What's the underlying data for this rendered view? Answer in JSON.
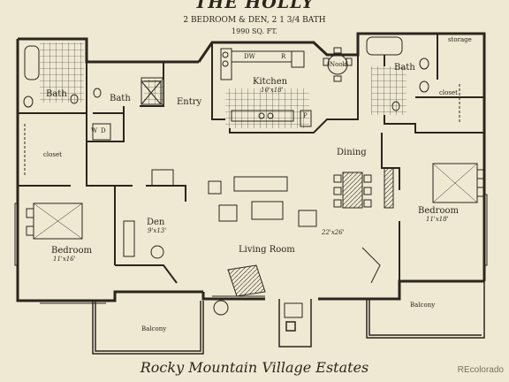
{
  "header": {
    "title": "THE HOLLY",
    "subtitle": "2 BEDROOM & DEN, 2 1 3/4 BATH",
    "area": "1990 SQ. FT."
  },
  "rooms": {
    "kitchen": {
      "name": "Kitchen",
      "dims": "10'x18'"
    },
    "nook": "Nook",
    "dw": "DW",
    "fridge": "R",
    "pantry": "P",
    "bath_left": "Bath",
    "bath_center": "Bath",
    "bath_right": "Bath",
    "storage": "storage",
    "closet_right": "closet",
    "closet_left": "closet",
    "entry": "Entry",
    "washer": "W",
    "dryer": "D",
    "dining": "Dining",
    "den": {
      "name": "Den",
      "dims": "9'x13'"
    },
    "bedroom_left": {
      "name": "Bedroom",
      "dims": "11'x16'"
    },
    "bedroom_right": {
      "name": "Bedroom",
      "dims": "11'x18'"
    },
    "living": {
      "name": "Living Room",
      "dims": "22'x26'"
    },
    "balcony_left": "Balcony",
    "balcony_right": "Balcony"
  },
  "footer": {
    "community": "Rocky Mountain Village Estates",
    "credit": "REcolorado"
  },
  "colors": {
    "paper": "#efe9d4",
    "ink": "#2b251c"
  }
}
